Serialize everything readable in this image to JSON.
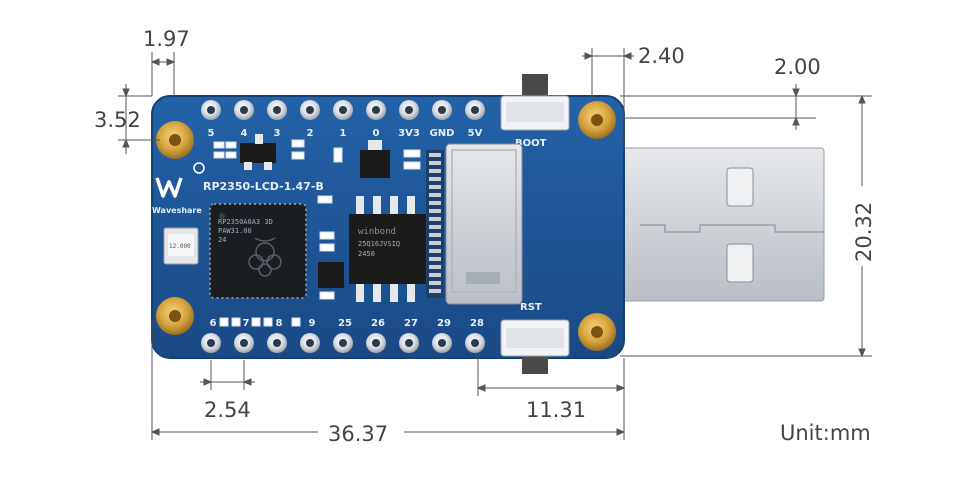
{
  "board": {
    "name": "RP2350-LCD-1.47-B",
    "brand": "Waveshare",
    "top_pins": [
      "5",
      "4",
      "3",
      "2",
      "1",
      "0",
      "3V3",
      "GND",
      "5V"
    ],
    "bottom_pins": [
      "6",
      "7",
      "8",
      "9",
      "25",
      "26",
      "27",
      "29",
      "28"
    ],
    "buttons": {
      "boot": "BOOT",
      "reset": "RST"
    },
    "chips": {
      "mcu_line1": "RP2350A0A3 3D",
      "mcu_line2": "PAW31.00",
      "mcu_line3": "24",
      "flash_brand": "winbond",
      "flash_line1": "25Q16JVSIQ",
      "flash_line2": "2450",
      "crystal": "12.000"
    }
  },
  "dimensions": {
    "hole_offset_x": "1.97",
    "hole_offset_y": "3.52",
    "usb_gap": "2.40",
    "usb_inset": "2.00",
    "board_height": "20.32",
    "pin_pitch": "2.54",
    "usb_length": "11.31",
    "board_length": "36.37",
    "unit": "Unit:mm"
  },
  "colors": {
    "pcb": "#1c4f8c",
    "pcb_edge": "#163f72",
    "gold": "#d6a440",
    "usb_metal": "#cfd3d8",
    "dim_line": "#555555"
  }
}
